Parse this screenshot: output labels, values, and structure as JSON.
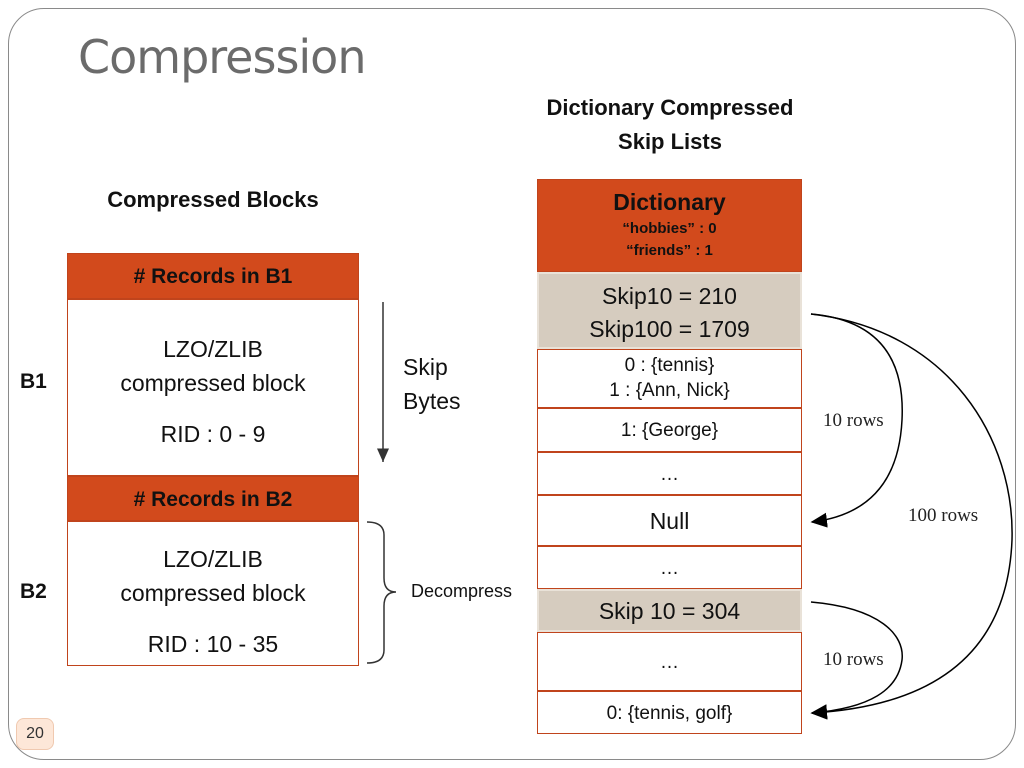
{
  "slide": {
    "title": "Compression",
    "page_number": "20"
  },
  "left": {
    "heading": "Compressed Blocks",
    "b1": {
      "label": "B1",
      "header": "# Records in B1",
      "line1": "LZO/ZLIB",
      "line2": "compressed block",
      "rid": "RID : 0 - 9"
    },
    "b2": {
      "label": "B2",
      "header": "# Records in B2",
      "line1": "LZO/ZLIB",
      "line2": "compressed block",
      "rid": "RID : 10 - 35"
    },
    "skip_line1": "Skip",
    "skip_line2": "Bytes",
    "decompress": "Decompress"
  },
  "right": {
    "heading_line1": "Dictionary Compressed",
    "heading_line2": "Skip Lists",
    "dictionary": {
      "title": "Dictionary",
      "entry1": "“hobbies” : 0",
      "entry2": "“friends” : 1"
    },
    "skip1": {
      "line1": "Skip10 = 210",
      "line2": "Skip100 = 1709"
    },
    "row1": {
      "line1": "0 : {tennis}",
      "line2": "1 :  {Ann, Nick}"
    },
    "row2": "1:  {George}",
    "ellipsis1": "…",
    "null_row": "Null",
    "ellipsis2": "…",
    "skip2": "Skip 10 = 304",
    "ellipsis3": "…",
    "last_row": "0: {tennis, golf}",
    "arrow_10_rows_a": "10 rows",
    "arrow_100_rows": "100 rows",
    "arrow_10_rows_b": "10 rows"
  },
  "colors": {
    "accent_orange": "#d24a1c",
    "skip_tan": "#d6ccbf",
    "title_gray": "#6b6b6b"
  }
}
